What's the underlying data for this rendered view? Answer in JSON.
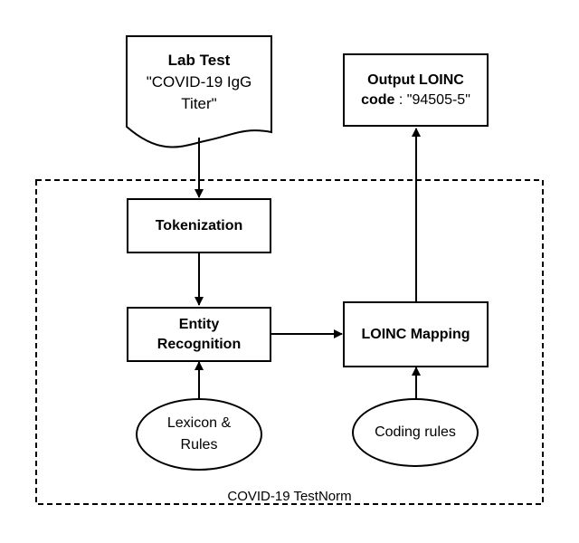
{
  "diagram": {
    "input": {
      "title": "Lab Test",
      "line1": "\"COVID-19 IgG",
      "line2": "Titer\""
    },
    "tokenization": "Tokenization",
    "entity_recognition": {
      "line1": "Entity",
      "line2": "Recognition"
    },
    "loinc_mapping": "LOINC Mapping",
    "output": {
      "line1": "Output LOINC",
      "code_label": "code",
      "code_value": " : \"94505-5\""
    },
    "lexicon_rules": {
      "line1": "Lexicon &",
      "line2": "Rules"
    },
    "coding_rules": "Coding rules",
    "container_label": "COVID-19 TestNorm"
  }
}
